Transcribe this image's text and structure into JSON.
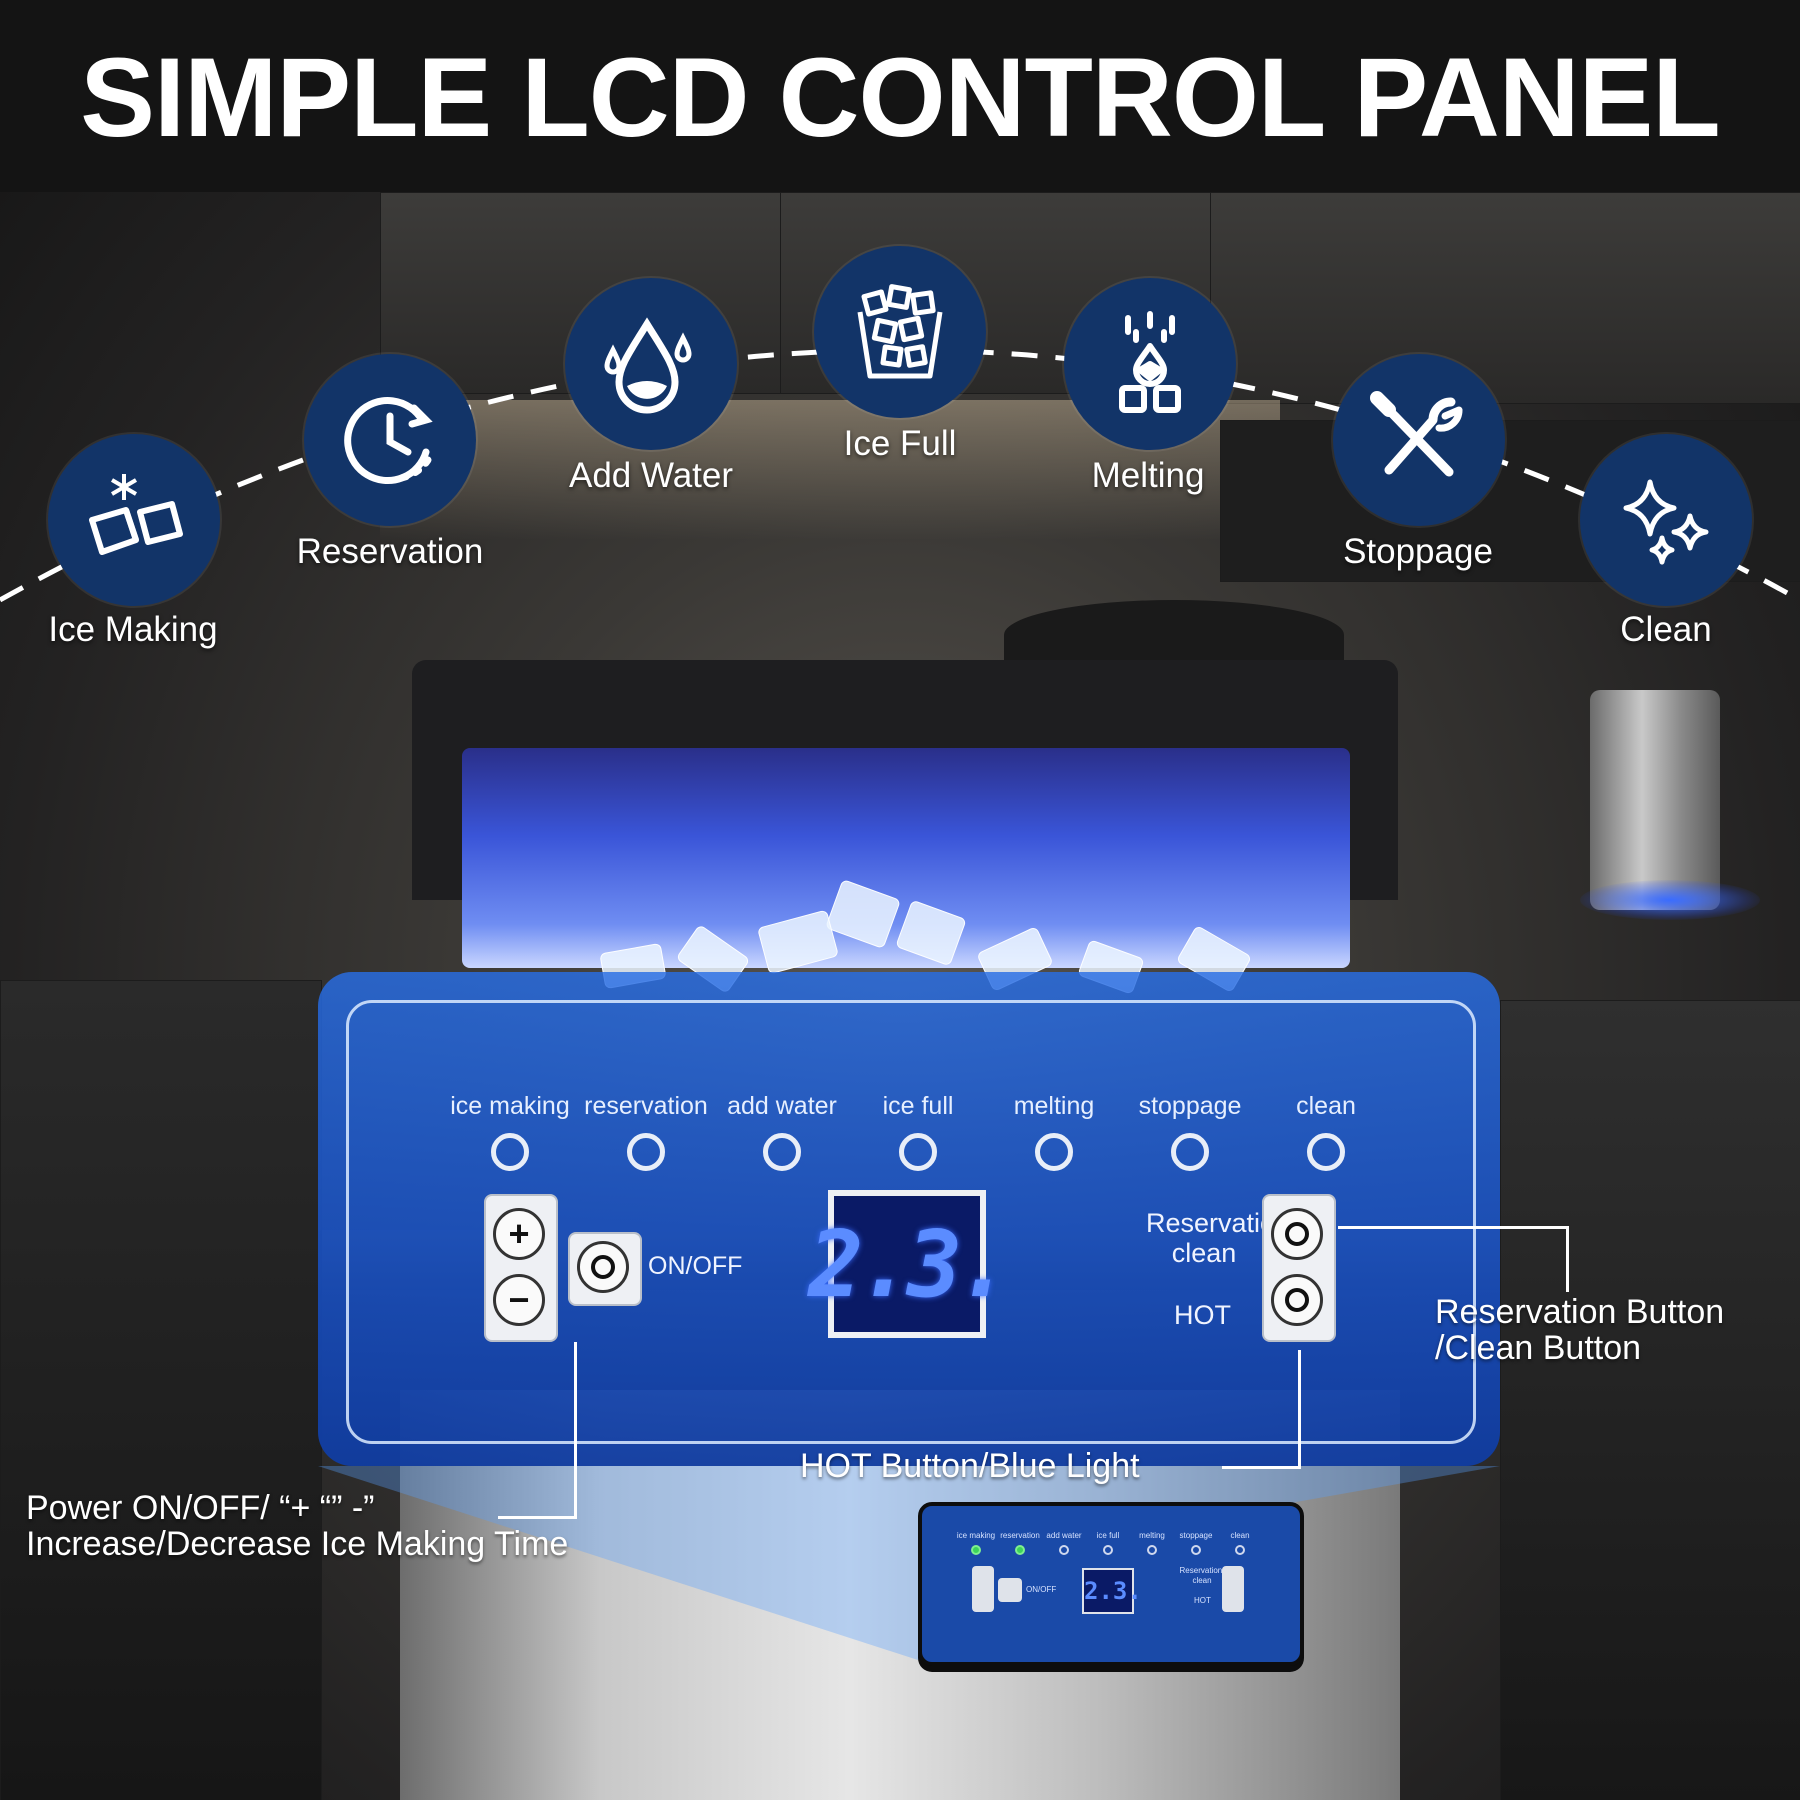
{
  "title": "SIMPLE LCD CONTROL PANEL",
  "features": [
    {
      "label": "Ice Making",
      "icon": "ice-cube-icon"
    },
    {
      "label": "Reservation",
      "icon": "clock-icon"
    },
    {
      "label": "Add Water",
      "icon": "water-drop-icon"
    },
    {
      "label": "Ice Full",
      "icon": "ice-bucket-icon"
    },
    {
      "label": "Melting",
      "icon": "melting-icon"
    },
    {
      "label": "Stoppage",
      "icon": "tools-icon"
    },
    {
      "label": "Clean",
      "icon": "sparkle-icon"
    }
  ],
  "panel": {
    "indicators": [
      "ice making",
      "reservation",
      "add water",
      "ice full",
      "melting",
      "stoppage",
      "clean"
    ],
    "plus": "+",
    "minus": "−",
    "on_off": "ON/OFF",
    "display_value": "2.3.",
    "reservation_clean_line1": "Reservation/",
    "reservation_clean_line2": "clean",
    "hot": "HOT"
  },
  "callouts": {
    "reservation_line1": "Reservation Button",
    "reservation_line2": "/Clean Button",
    "hot": "HOT Button/Blue Light",
    "power_line1": "Power ON/OFF/ “+ “” -”",
    "power_line2": "Increase/Decrease Ice Making Time"
  },
  "small_panel": {
    "indicators": [
      "ice making",
      "reservation",
      "add water",
      "ice full",
      "melting",
      "stoppage",
      "clean"
    ],
    "on_off": "ON/OFF",
    "display_value": "2.3.",
    "reservation_clean_line1": "Reservation/",
    "reservation_clean_line2": "clean",
    "hot": "HOT",
    "lit_indicators": [
      "ice making",
      "reservation"
    ]
  },
  "colors": {
    "icon_circle": "#123468",
    "panel_blue": "#1a50be",
    "display_digits": "#5b8cff",
    "indicator_lit": "#3dd45a"
  }
}
